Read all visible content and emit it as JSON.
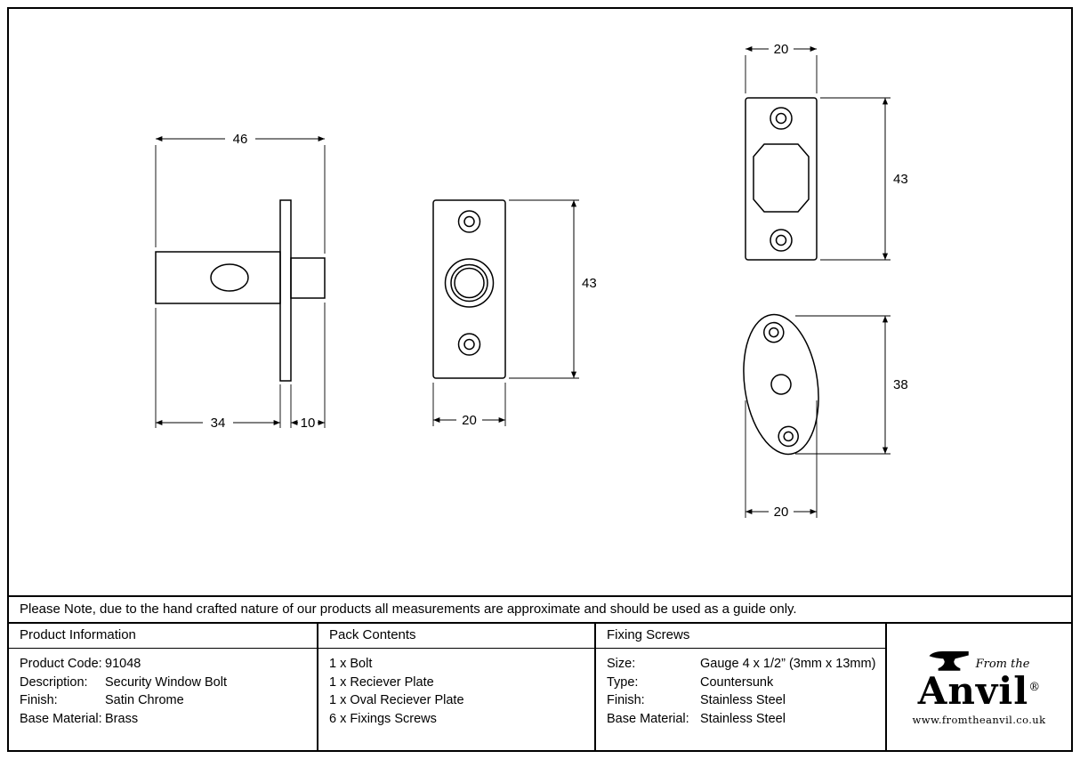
{
  "drawing": {
    "bolt_side_view": {
      "dim_overall_length": "46",
      "dim_body_length": "34",
      "dim_tail_length": "10"
    },
    "receiver_plate_view": {
      "dim_height": "43",
      "dim_width": "20"
    },
    "keep_plate_view": {
      "dim_width": "20",
      "dim_height": "43"
    },
    "oval_plate_view": {
      "dim_height": "38",
      "dim_width": "20"
    }
  },
  "note": "Please Note, due to the hand crafted nature of our products all measurements are approximate and should be used as a guide only.",
  "table": {
    "product_information": {
      "header": "Product Information",
      "rows": [
        {
          "label": "Product Code:",
          "value": "91048"
        },
        {
          "label": "Description:",
          "value": "Security Window Bolt"
        },
        {
          "label": "Finish:",
          "value": "Satin Chrome"
        },
        {
          "label": "Base Material:",
          "value": "Brass"
        }
      ]
    },
    "pack_contents": {
      "header": "Pack Contents",
      "items": [
        "1 x Bolt",
        "1 x Reciever Plate",
        "1 x Oval Reciever Plate",
        "6 x Fixings Screws"
      ]
    },
    "fixing_screws": {
      "header": "Fixing Screws",
      "rows": [
        {
          "label": "Size:",
          "value": "Gauge 4 x 1/2” (3mm x 13mm)"
        },
        {
          "label": "Type:",
          "value": "Countersunk"
        },
        {
          "label": "Finish:",
          "value": "Stainless Steel"
        },
        {
          "label": "Base Material:",
          "value": "Stainless Steel"
        }
      ]
    }
  },
  "logo": {
    "tagline": "From the",
    "brand": "Anvil",
    "registered_mark": "®",
    "website": "www.fromtheanvil.co.uk"
  }
}
